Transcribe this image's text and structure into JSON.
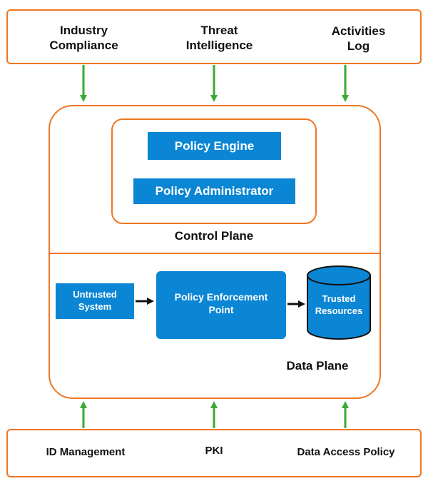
{
  "top_inputs": {
    "industry_compliance": [
      "Industry",
      "Compliance"
    ],
    "threat_intelligence": [
      "Threat",
      "Intelligence"
    ],
    "activities_log": [
      "Activities",
      "Log"
    ]
  },
  "control_plane": {
    "label": "Control Plane",
    "policy_engine": "Policy Engine",
    "policy_administrator": "Policy Administrator"
  },
  "data_plane": {
    "label": "Data Plane",
    "untrusted_system": [
      "Untrusted",
      "System"
    ],
    "policy_enforcement_point": [
      "Policy Enforcement",
      "Point"
    ],
    "trusted_resources": [
      "Trusted",
      "Resources"
    ]
  },
  "bottom_inputs": {
    "id_management": "ID Management",
    "pki": "PKI",
    "data_access_policy": "Data Access Policy"
  },
  "colors": {
    "border_orange": "#ee7623",
    "box_blue": "#0b86d4",
    "arrow_green": "#3aaa35",
    "arrow_black": "#111111",
    "text_dark": "#111111"
  }
}
